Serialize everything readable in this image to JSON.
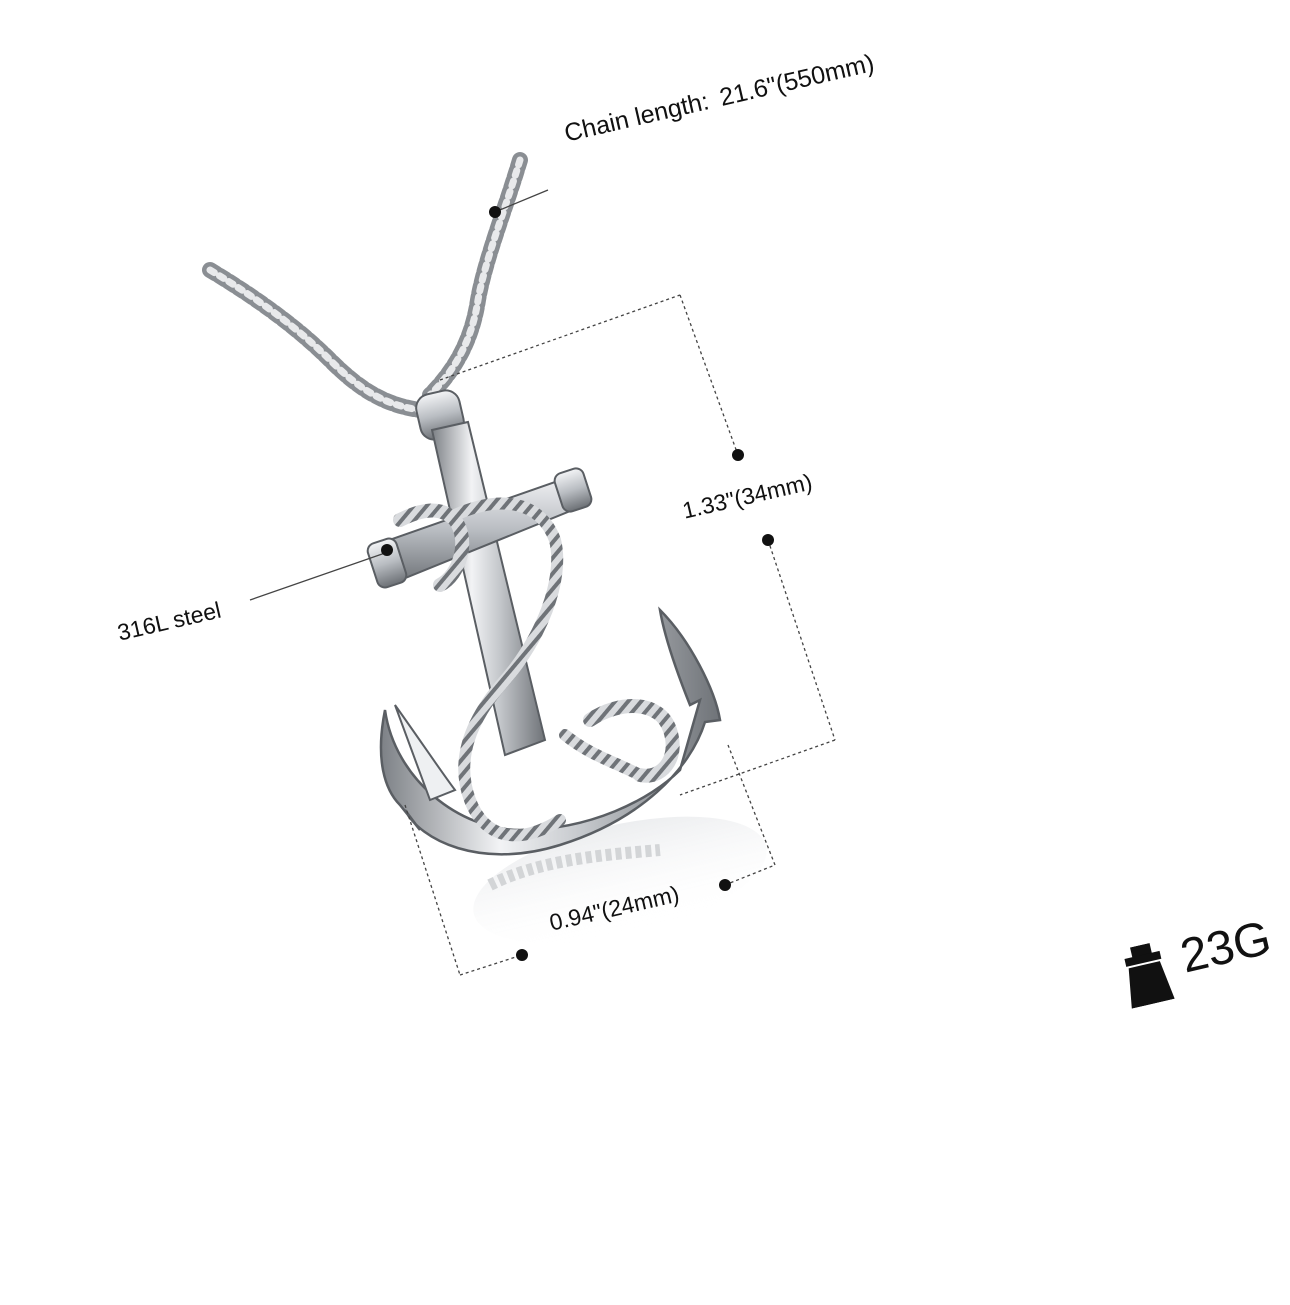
{
  "product": {
    "chain_label": "Chain length:",
    "chain_value": "21.6\"(550mm)",
    "pendant_height": "1.33\"(34mm)",
    "pendant_width": "0.94\"(24mm)",
    "material": "316L steel",
    "weight": "23G"
  },
  "icons": {
    "weight": "weight-icon"
  },
  "colors": {
    "text": "#111111",
    "metal": "#c9ccd0",
    "metal_dark": "#5a5e63",
    "rope": "#8e9297",
    "guide": "#333333"
  }
}
